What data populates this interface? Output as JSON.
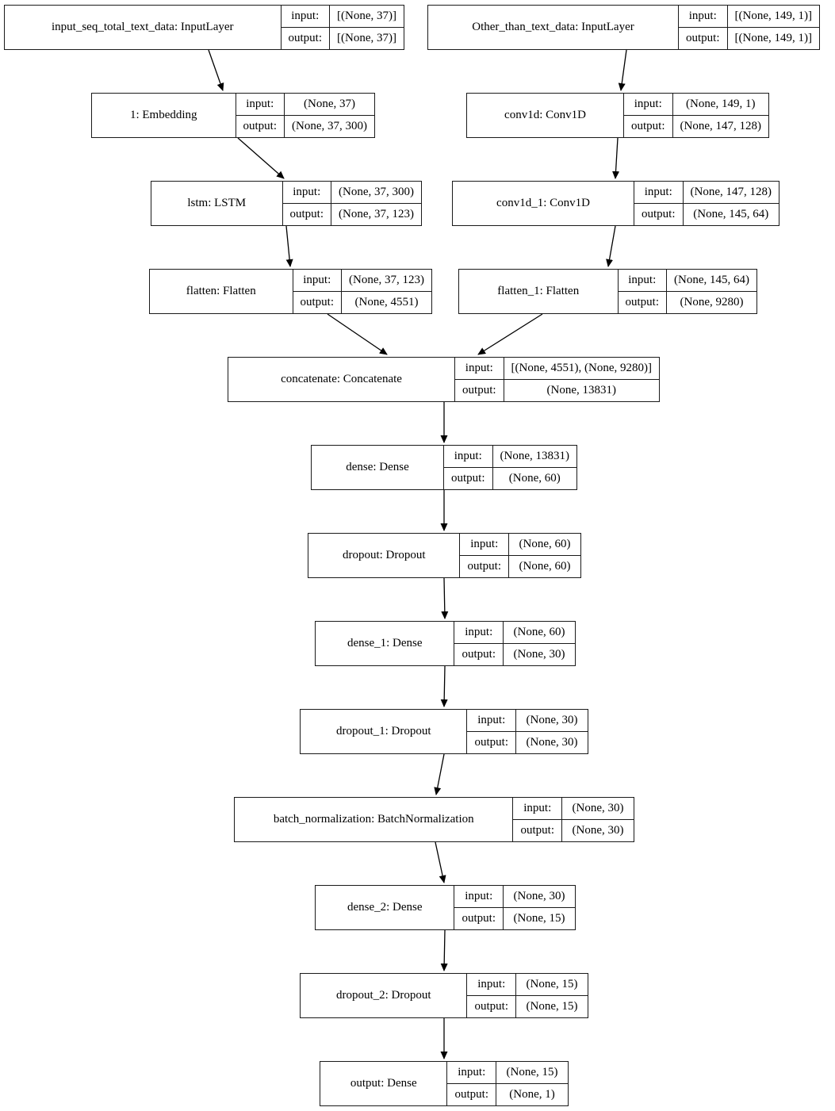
{
  "diagram": {
    "title": "keras-model-architecture",
    "colors": {
      "border": "#1a1a1a",
      "background": "#ffffff",
      "arrow": "#000000",
      "text": "#000000"
    },
    "io_labels": {
      "input": "input:",
      "output": "output:"
    },
    "nodes": [
      {
        "id": "input_seq_total_text_data",
        "label": "input_seq_total_text_data: InputLayer",
        "input": "[(None, 37)]",
        "output": "[(None, 37)]"
      },
      {
        "id": "Other_than_text_data",
        "label": "Other_than_text_data: InputLayer",
        "input": "[(None, 149, 1)]",
        "output": "[(None, 149, 1)]"
      },
      {
        "id": "embedding_1",
        "label": "1: Embedding",
        "input": "(None, 37)",
        "output": "(None, 37, 300)"
      },
      {
        "id": "conv1d",
        "label": "conv1d: Conv1D",
        "input": "(None, 149, 1)",
        "output": "(None, 147, 128)"
      },
      {
        "id": "lstm",
        "label": "lstm: LSTM",
        "input": "(None, 37, 300)",
        "output": "(None, 37, 123)"
      },
      {
        "id": "conv1d_1",
        "label": "conv1d_1: Conv1D",
        "input": "(None, 147, 128)",
        "output": "(None, 145, 64)"
      },
      {
        "id": "flatten",
        "label": "flatten: Flatten",
        "input": "(None, 37, 123)",
        "output": "(None, 4551)"
      },
      {
        "id": "flatten_1",
        "label": "flatten_1: Flatten",
        "input": "(None, 145, 64)",
        "output": "(None, 9280)"
      },
      {
        "id": "concatenate",
        "label": "concatenate: Concatenate",
        "input": "[(None, 4551), (None, 9280)]",
        "output": "(None, 13831)"
      },
      {
        "id": "dense",
        "label": "dense: Dense",
        "input": "(None, 13831)",
        "output": "(None, 60)"
      },
      {
        "id": "dropout",
        "label": "dropout: Dropout",
        "input": "(None, 60)",
        "output": "(None, 60)"
      },
      {
        "id": "dense_1",
        "label": "dense_1: Dense",
        "input": "(None, 60)",
        "output": "(None, 30)"
      },
      {
        "id": "dropout_1",
        "label": "dropout_1: Dropout",
        "input": "(None, 30)",
        "output": "(None, 30)"
      },
      {
        "id": "batch_normalization",
        "label": "batch_normalization: BatchNormalization",
        "input": "(None, 30)",
        "output": "(None, 30)"
      },
      {
        "id": "dense_2",
        "label": "dense_2: Dense",
        "input": "(None, 30)",
        "output": "(None, 15)"
      },
      {
        "id": "dropout_2",
        "label": "dropout_2: Dropout",
        "input": "(None, 15)",
        "output": "(None, 15)"
      },
      {
        "id": "output",
        "label": "output: Dense",
        "input": "(None, 15)",
        "output": "(None, 1)"
      }
    ],
    "edges": [
      {
        "from": "input_seq_total_text_data",
        "to": "embedding_1"
      },
      {
        "from": "Other_than_text_data",
        "to": "conv1d"
      },
      {
        "from": "embedding_1",
        "to": "lstm"
      },
      {
        "from": "conv1d",
        "to": "conv1d_1"
      },
      {
        "from": "lstm",
        "to": "flatten"
      },
      {
        "from": "conv1d_1",
        "to": "flatten_1"
      },
      {
        "from": "flatten",
        "to": "concatenate"
      },
      {
        "from": "flatten_1",
        "to": "concatenate"
      },
      {
        "from": "concatenate",
        "to": "dense"
      },
      {
        "from": "dense",
        "to": "dropout"
      },
      {
        "from": "dropout",
        "to": "dense_1"
      },
      {
        "from": "dense_1",
        "to": "dropout_1"
      },
      {
        "from": "dropout_1",
        "to": "batch_normalization"
      },
      {
        "from": "batch_normalization",
        "to": "dense_2"
      },
      {
        "from": "dense_2",
        "to": "dropout_2"
      },
      {
        "from": "dropout_2",
        "to": "output"
      }
    ]
  }
}
